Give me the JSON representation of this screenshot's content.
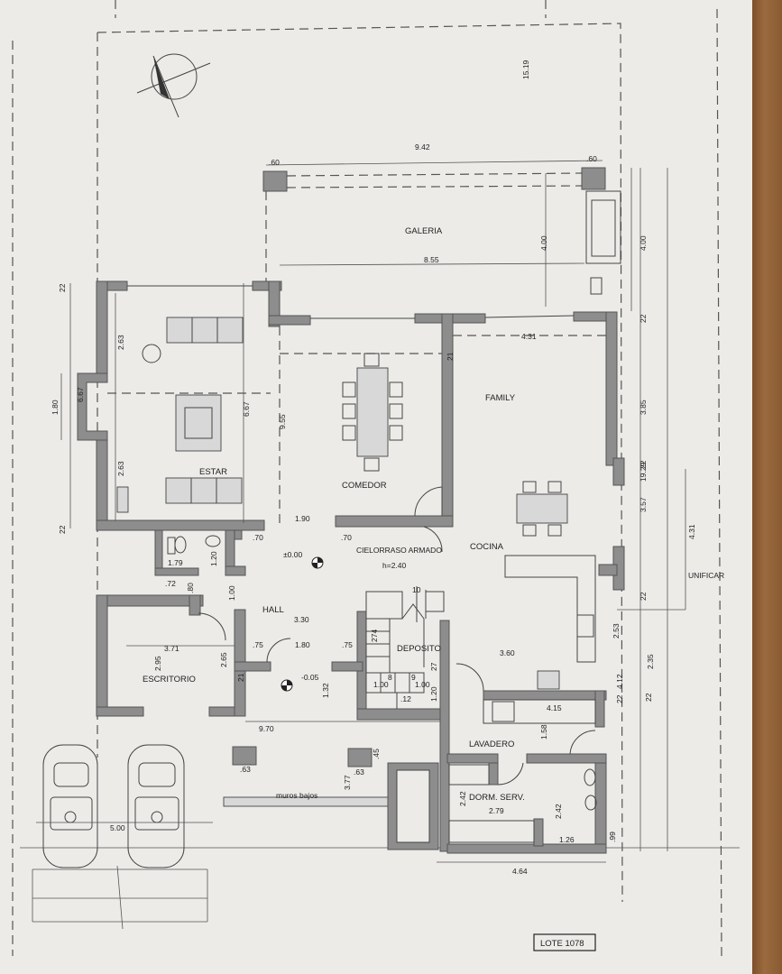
{
  "rooms": {
    "galeria": "GALERIA",
    "estar": "ESTAR",
    "comedor": "COMEDOR",
    "family": "FAMILY",
    "cocina": "COCINA",
    "hall": "HALL",
    "escritorio": "ESCRITORIO",
    "deposito": "DEPOSITO",
    "lavadero": "LAVADERO",
    "dorm_serv": "DORM. SERV."
  },
  "notes": {
    "cielorraso": "CIELORRASO ARMADO",
    "h": "h=2.40",
    "level_hall": "±0.00",
    "level_lower": "-0.05",
    "muros_bajos": "muros bajos",
    "unificar": "UNIFICAR",
    "lote": "LOTE 1078"
  },
  "dims": {
    "d_15_19": "15.19",
    "d_9_42": "9.42",
    "d_60a": ".60",
    "d_60b": ".60",
    "d_8_55": "8.55",
    "d_4_00a": "4.00",
    "d_4_00b": "4.00",
    "d_4_31a": "4.31",
    "d_4_31b": "4.31",
    "d_22a": "22",
    "d_22b": "22",
    "d_22c": "22",
    "d_22d": "22",
    "d_22e": "22",
    "d_22f": "22",
    "d_22g": "22",
    "d_263a": "2.63",
    "d_263b": "2.63",
    "d_180": "1.80",
    "d_667a": "6.67",
    "d_667b": "6.67",
    "d_955": "9.55",
    "d_385": "3.85",
    "d_1929": "19.29",
    "d_357": "3.57",
    "d_253": "2.53",
    "d_235": "2.35",
    "d_412": "4.12",
    "d_190": "1.90",
    "d_70a": ".70",
    "d_70b": ".70",
    "d_179": "1.79",
    "d_120a": "1.20",
    "d_72": ".72",
    "d_80": ".80",
    "d_100a": "1.00",
    "d_330": "3.30",
    "d_371": "3.71",
    "d_295": "2.95",
    "d_265": "2.65",
    "d_75a": ".75",
    "d_75b": ".75",
    "d_180b": "1.80",
    "d_132": "1.32",
    "d_360": "3.60",
    "d_415": "4.15",
    "d_158": "1.58",
    "d_970": "9.70",
    "d_63a": ".63",
    "d_63b": ".63",
    "d_45": ".45",
    "d_377": "3.77",
    "d_242a": "2.42",
    "d_242b": "2.42",
    "d_279": "2.79",
    "d_126": "1.26",
    "d_464": "4.64",
    "d_500": "5.00",
    "d_100b": "1.00",
    "d_100c": "1.00",
    "d_120b": "1.20",
    "d_12": ".12",
    "d_99": ".99",
    "d_21a": "21",
    "d_21b": "21",
    "d_27": "27",
    "d_274": "274",
    "d_8": "8",
    "d_9": "9",
    "d_10": "10"
  }
}
